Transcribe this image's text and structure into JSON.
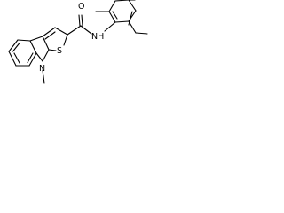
{
  "structure": {
    "atom_labels": {
      "oxygen": "O",
      "sulfur": "S",
      "amide_nitrogen": "NH",
      "ring_nitrogen": "N"
    }
  }
}
